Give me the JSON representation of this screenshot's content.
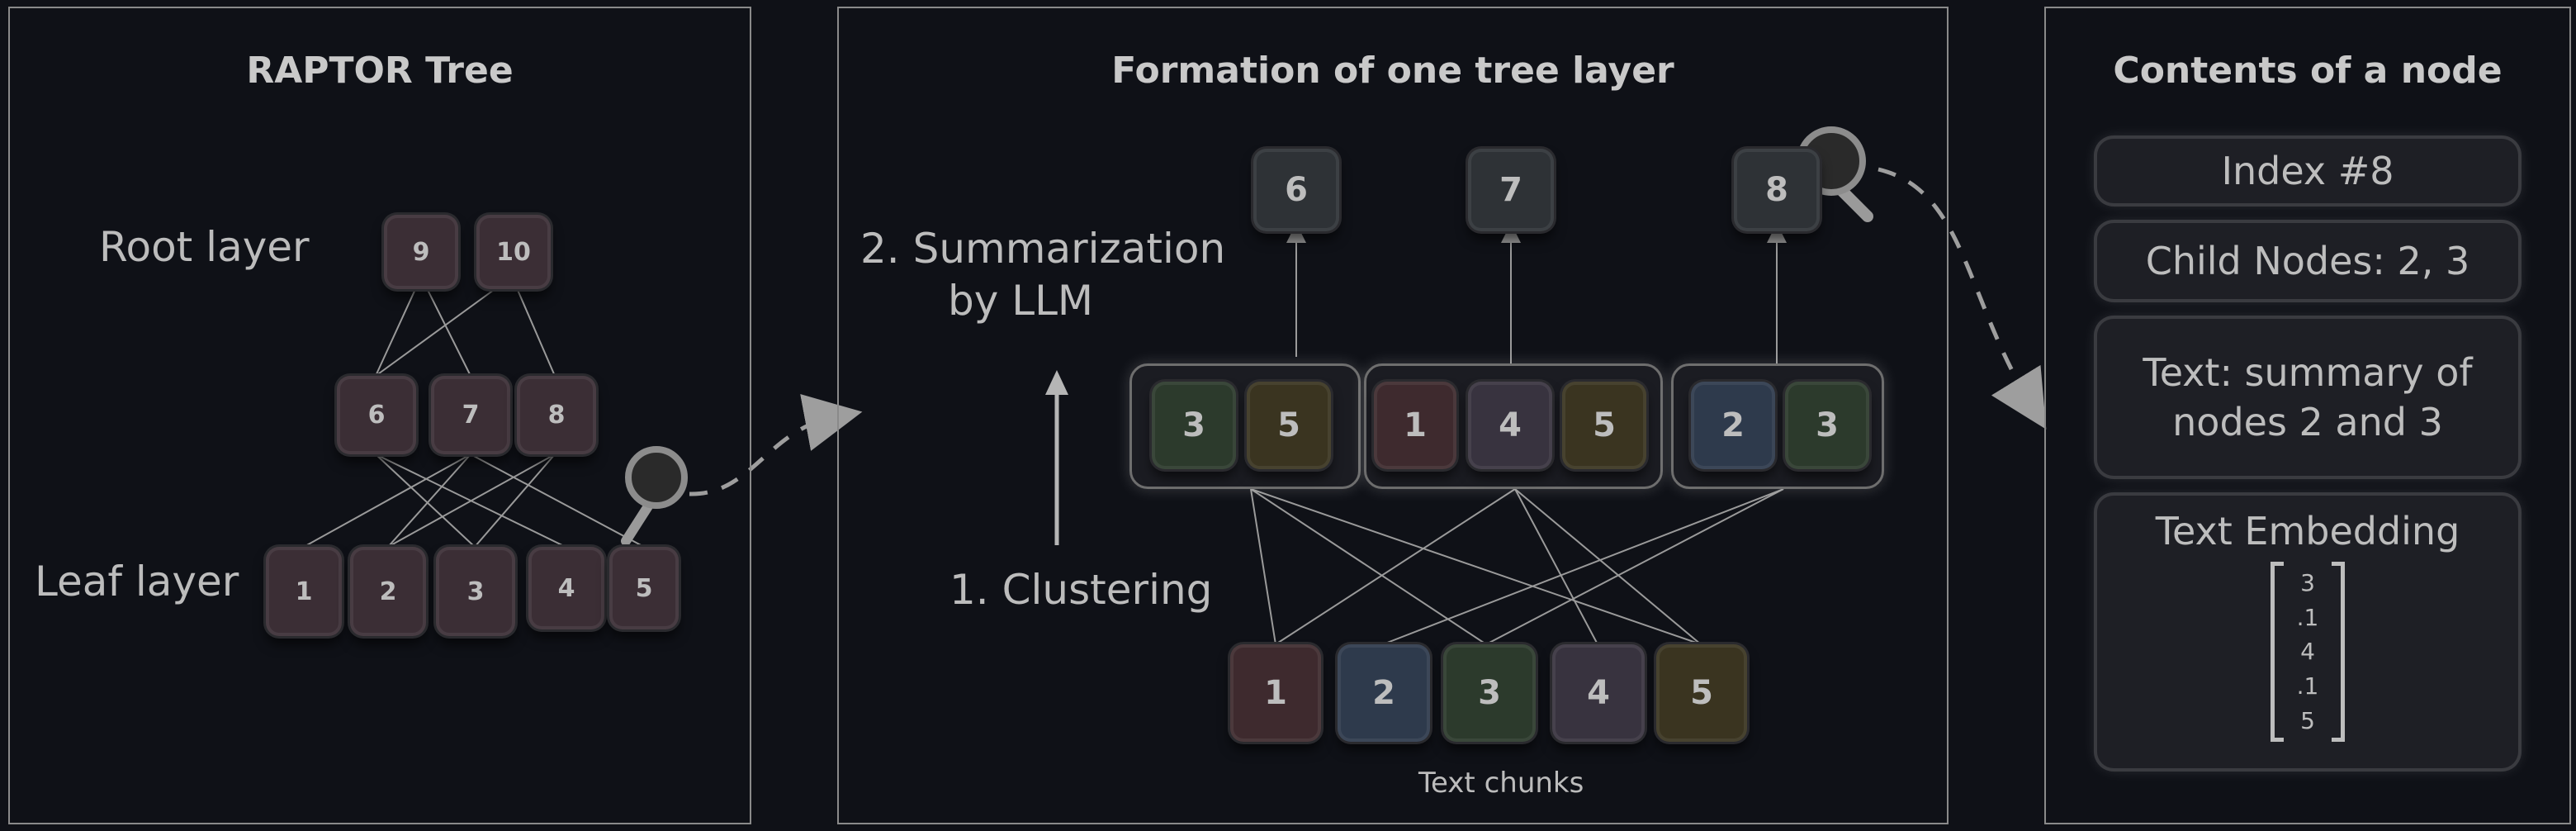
{
  "panels": {
    "left_title": "RAPTOR Tree",
    "middle_title": "Formation of one tree layer",
    "right_title": "Contents of a node"
  },
  "tree": {
    "root_label": "Root layer",
    "leaf_label": "Leaf layer",
    "root_nodes": [
      "9",
      "10"
    ],
    "mid_nodes": [
      "6",
      "7",
      "8"
    ],
    "leaf_nodes": [
      "1",
      "2",
      "3",
      "4",
      "5"
    ]
  },
  "formation": {
    "summary_label_line1": "2. Summarization",
    "summary_label_line2": "by LLM",
    "clustering_label": "1. Clustering",
    "parents": [
      "6",
      "7",
      "8"
    ],
    "cluster_a": [
      "3",
      "5"
    ],
    "cluster_b": [
      "1",
      "4",
      "5"
    ],
    "cluster_c": [
      "2",
      "3"
    ],
    "chunks": [
      "1",
      "2",
      "3",
      "4",
      "5"
    ],
    "chunks_label": "Text chunks"
  },
  "node": {
    "index": "Index #8",
    "child_nodes": "Child Nodes: 2, 3",
    "text_line1": "Text:  summary of",
    "text_line2": "nodes 2 and 3",
    "embedding_title": "Text Embedding",
    "embedding_values": [
      "3",
      ".1",
      "4",
      ".1",
      "5"
    ]
  },
  "colors": {
    "background": "#0f1117",
    "node_maroon": "#3b2e35",
    "chunk_red": "#3e2a2e",
    "chunk_blue": "#2e3a4c",
    "chunk_green": "#2c3a2c",
    "chunk_purple": "#38333f",
    "chunk_olive": "#3a3420",
    "node_grey": "#2e3236"
  }
}
